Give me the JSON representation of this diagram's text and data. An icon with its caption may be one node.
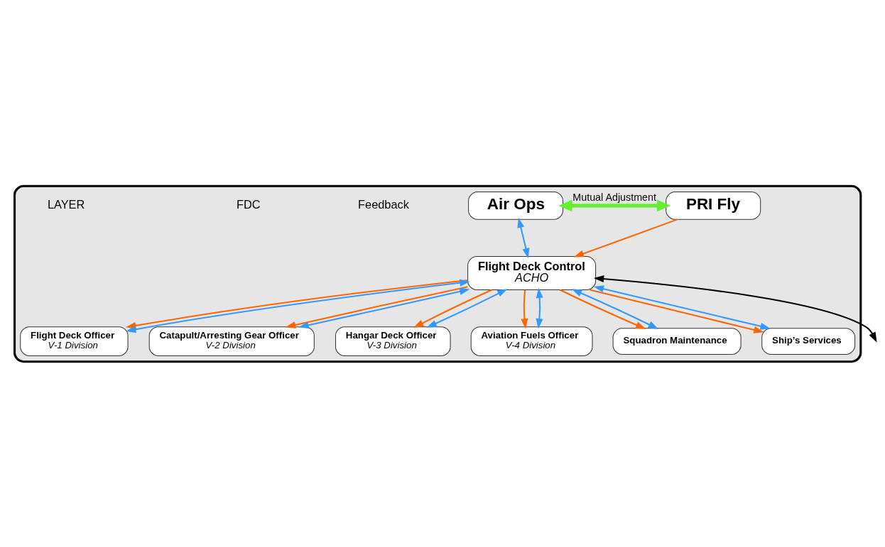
{
  "diagram": {
    "nodes": [
      {
        "text": [],
        "shape": "box"
      },
      {
        "text": [
          "Air Ops"
        ],
        "in": 0
      },
      {
        "text": [
          "PRI Fly"
        ],
        "in": 0
      },
      {
        "text": [
          "Flight Deck Officer",
          "V-1 Division"
        ],
        "in": 0
      },
      {
        "text": [
          "Catapult/Arresting Gear Officer",
          "V-2 Division"
        ],
        "in": 0
      },
      {
        "text": [
          "Hangar Deck Officer",
          "V-3 Division"
        ],
        "in": 0
      },
      {
        "text": [
          "Flight Deck Control",
          "ACHO"
        ],
        "in": 0
      },
      {
        "text": [
          "Aviation Fuels Officer",
          "V-4 Division"
        ],
        "in": 0
      },
      {
        "text": [
          "Squadron Maintenance"
        ],
        "in": 0
      },
      {
        "text": [
          "Ship’s Services"
        ],
        "in": 0
      }
    ],
    "edges": [
      {
        "from": 1,
        "to": 2,
        "arrow": "both",
        "label": "Mutual Adjustment",
        "style": "thick",
        "color": "#66ee33"
      },
      {
        "from": 1,
        "to": 6,
        "arrow": "both",
        "color": "#3399ff"
      },
      {
        "from": 2,
        "to": 6,
        "arrow": "to",
        "color": "#ff6600"
      },
      {
        "from": 6,
        "to": 3,
        "arrow": "to",
        "color": "#ff6600"
      },
      {
        "from": 6,
        "to": 4,
        "arrow": "to",
        "color": "#ff6600"
      },
      {
        "from": 6,
        "to": 5,
        "arrow": "to",
        "color": "#ff6600"
      },
      {
        "from": 6,
        "to": 7,
        "arrow": "to",
        "color": "#ff6600"
      },
      {
        "from": 6,
        "to": 8,
        "arrow": "to",
        "color": "#ff6600"
      },
      {
        "from": 6,
        "to": 9,
        "arrow": "to",
        "color": "#ff6600"
      },
      {
        "from": 6,
        "to": 3,
        "arrow": "both",
        "color": "#3399ff"
      },
      {
        "from": 6,
        "to": 4,
        "arrow": "both",
        "color": "#3399ff"
      },
      {
        "from": 6,
        "to": 5,
        "arrow": "both",
        "color": "#3399ff"
      },
      {
        "from": 6,
        "to": 7,
        "arrow": "both",
        "color": "#3399ff"
      },
      {
        "from": 6,
        "to": 8,
        "arrow": "both",
        "color": "#3399ff"
      },
      {
        "from": 6,
        "to": 9,
        "arrow": "both",
        "color": "#3399ff"
      },
      {
        "from": 6,
        "to": null,
        "arrow": "both",
        "color": "#000000"
      }
    ],
    "labels": [
      "Feedback",
      "FDC",
      "LAYER"
    ]
  }
}
